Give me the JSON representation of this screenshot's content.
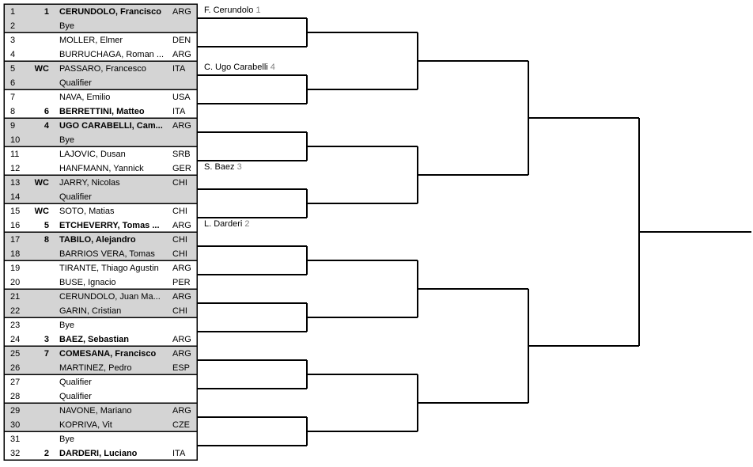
{
  "colors": {
    "shaded": "#d4d4d4",
    "border": "#000000",
    "seed_label": "#808080"
  },
  "entries": [
    {
      "num": "1",
      "seed": "1",
      "name": "CERUNDOLO, Francisco",
      "country": "ARG",
      "bold": true
    },
    {
      "num": "2",
      "seed": "",
      "name": "Bye",
      "country": "",
      "bold": false
    },
    {
      "num": "3",
      "seed": "",
      "name": "MOLLER, Elmer",
      "country": "DEN",
      "bold": false
    },
    {
      "num": "4",
      "seed": "",
      "name": "BURRUCHAGA, Roman ...",
      "country": "ARG",
      "bold": false
    },
    {
      "num": "5",
      "seed": "WC",
      "name": "PASSARO, Francesco",
      "country": "ITA",
      "bold": false
    },
    {
      "num": "6",
      "seed": "",
      "name": "Qualifier",
      "country": "",
      "bold": false
    },
    {
      "num": "7",
      "seed": "",
      "name": "NAVA, Emilio",
      "country": "USA",
      "bold": false
    },
    {
      "num": "8",
      "seed": "6",
      "name": "BERRETTINI, Matteo",
      "country": "ITA",
      "bold": true
    },
    {
      "num": "9",
      "seed": "4",
      "name": "UGO CARABELLI, Cam...",
      "country": "ARG",
      "bold": true
    },
    {
      "num": "10",
      "seed": "",
      "name": "Bye",
      "country": "",
      "bold": false
    },
    {
      "num": "11",
      "seed": "",
      "name": "LAJOVIC, Dusan",
      "country": "SRB",
      "bold": false
    },
    {
      "num": "12",
      "seed": "",
      "name": "HANFMANN, Yannick",
      "country": "GER",
      "bold": false
    },
    {
      "num": "13",
      "seed": "WC",
      "name": "JARRY, Nicolas",
      "country": "CHI",
      "bold": false
    },
    {
      "num": "14",
      "seed": "",
      "name": "Qualifier",
      "country": "",
      "bold": false
    },
    {
      "num": "15",
      "seed": "WC",
      "name": "SOTO, Matias",
      "country": "CHI",
      "bold": false
    },
    {
      "num": "16",
      "seed": "5",
      "name": "ETCHEVERRY, Tomas ...",
      "country": "ARG",
      "bold": true
    },
    {
      "num": "17",
      "seed": "8",
      "name": "TABILO, Alejandro",
      "country": "CHI",
      "bold": true
    },
    {
      "num": "18",
      "seed": "",
      "name": "BARRIOS VERA, Tomas",
      "country": "CHI",
      "bold": false
    },
    {
      "num": "19",
      "seed": "",
      "name": "TIRANTE, Thiago Agustin",
      "country": "ARG",
      "bold": false
    },
    {
      "num": "20",
      "seed": "",
      "name": "BUSE, Ignacio",
      "country": "PER",
      "bold": false
    },
    {
      "num": "21",
      "seed": "",
      "name": "CERUNDOLO, Juan Ma...",
      "country": "ARG",
      "bold": false
    },
    {
      "num": "22",
      "seed": "",
      "name": "GARIN, Cristian",
      "country": "CHI",
      "bold": false
    },
    {
      "num": "23",
      "seed": "",
      "name": "Bye",
      "country": "",
      "bold": false
    },
    {
      "num": "24",
      "seed": "3",
      "name": "BAEZ, Sebastian",
      "country": "ARG",
      "bold": true
    },
    {
      "num": "25",
      "seed": "7",
      "name": "COMESANA, Francisco",
      "country": "ARG",
      "bold": true
    },
    {
      "num": "26",
      "seed": "",
      "name": "MARTINEZ, Pedro",
      "country": "ESP",
      "bold": false
    },
    {
      "num": "27",
      "seed": "",
      "name": "Qualifier",
      "country": "",
      "bold": false
    },
    {
      "num": "28",
      "seed": "",
      "name": "Qualifier",
      "country": "",
      "bold": false
    },
    {
      "num": "29",
      "seed": "",
      "name": "NAVONE, Mariano",
      "country": "ARG",
      "bold": false
    },
    {
      "num": "30",
      "seed": "",
      "name": "KOPRIVA, Vit",
      "country": "CZE",
      "bold": false
    },
    {
      "num": "31",
      "seed": "",
      "name": "Bye",
      "country": "",
      "bold": false
    },
    {
      "num": "32",
      "seed": "2",
      "name": "DARDERI, Luciano",
      "country": "ITA",
      "bold": true
    }
  ],
  "round2_labels": [
    {
      "slot": 0,
      "name": "F. Cerundolo",
      "seed": "1"
    },
    {
      "slot": 4,
      "name": "C. Ugo Carabelli",
      "seed": "4"
    },
    {
      "slot": 11,
      "name": "S. Baez",
      "seed": "3"
    },
    {
      "slot": 15,
      "name": "L. Darderi",
      "seed": "2"
    }
  ]
}
